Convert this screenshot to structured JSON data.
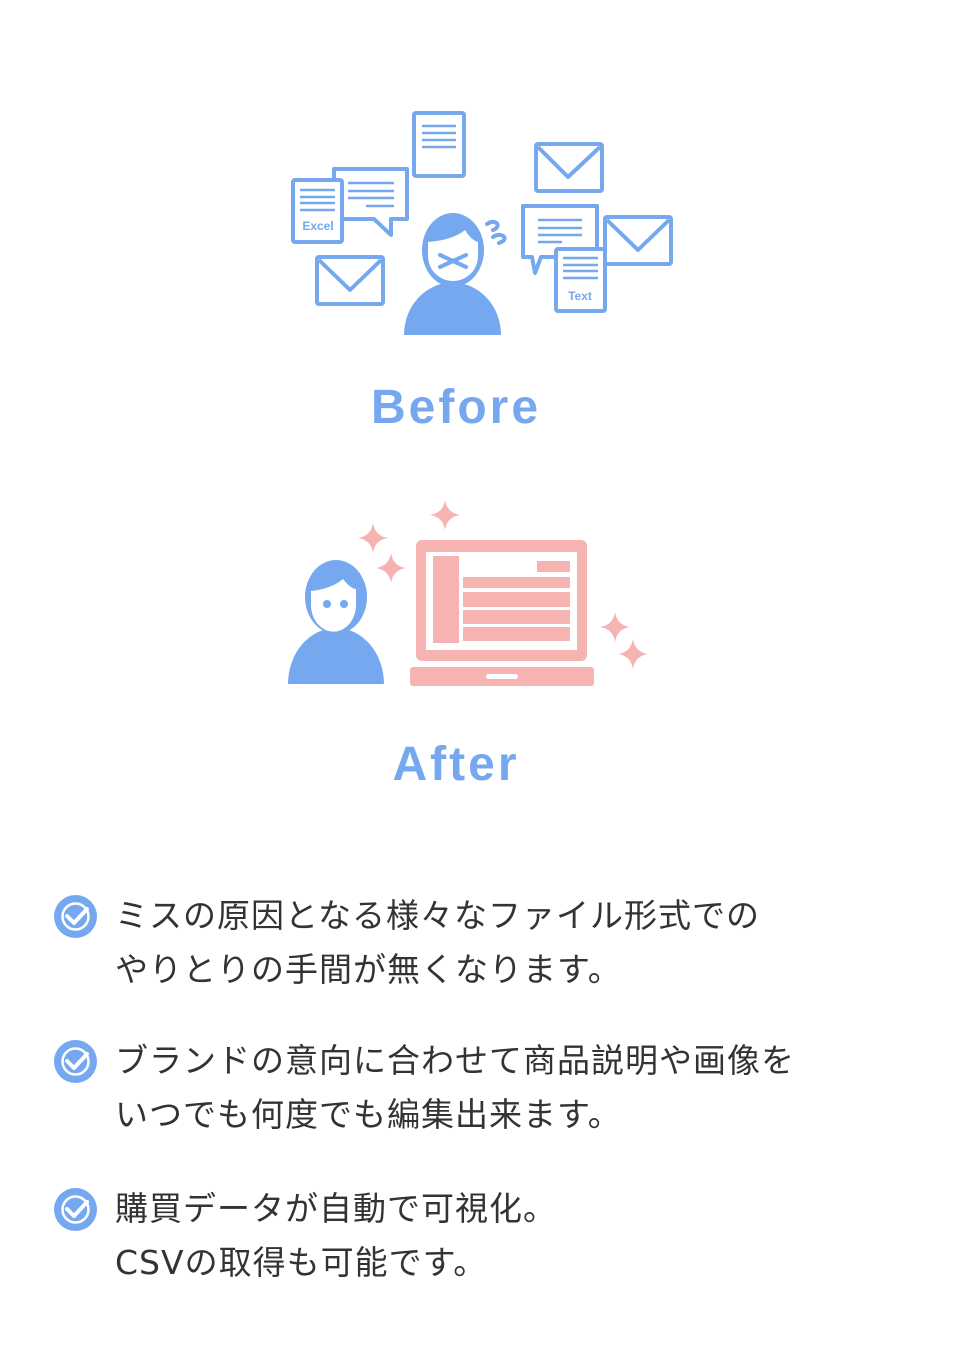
{
  "colors": {
    "blue": "#75a8ee",
    "pink": "#f5b3b2",
    "text": "#333333"
  },
  "before": {
    "label": "Before",
    "doc_labels": {
      "excel": "Excel",
      "text": "Text"
    }
  },
  "after": {
    "label": "After"
  },
  "benefits": [
    {
      "icon": "check-circle-icon",
      "lines": [
        "ミスの原因となる様々なファイル形式での",
        "やりとりの手間が無くなります。"
      ]
    },
    {
      "icon": "check-circle-icon",
      "lines": [
        "ブランドの意向に合わせて商品説明や画像を",
        "いつでも何度でも編集出来ます。"
      ]
    },
    {
      "icon": "check-circle-icon",
      "lines": [
        "購買データが自動で可視化。",
        "CSVの取得も可能です。"
      ]
    }
  ]
}
